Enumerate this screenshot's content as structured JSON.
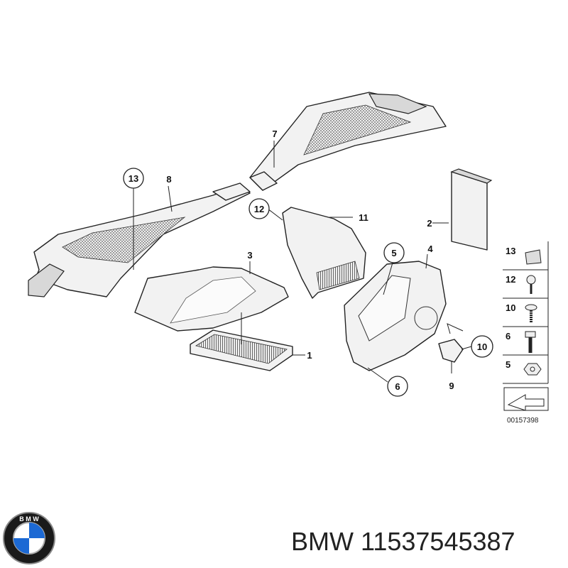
{
  "callouts": {
    "c1": "1",
    "c2": "2",
    "c3": "3",
    "c4": "4",
    "c5": "5",
    "c6": "6",
    "c7": "7",
    "c8": "8",
    "c9": "9",
    "c10": "10",
    "c11": "11",
    "c12": "12",
    "c13": "13"
  },
  "legend": [
    "13",
    "12",
    "10",
    "6",
    "5"
  ],
  "diagram_code": "00157398",
  "brand": "BMW",
  "part_number": "11537545387",
  "colors": {
    "line": "#222222",
    "fill": "#f2f2f2",
    "logo_blue": "#1c69d4"
  }
}
